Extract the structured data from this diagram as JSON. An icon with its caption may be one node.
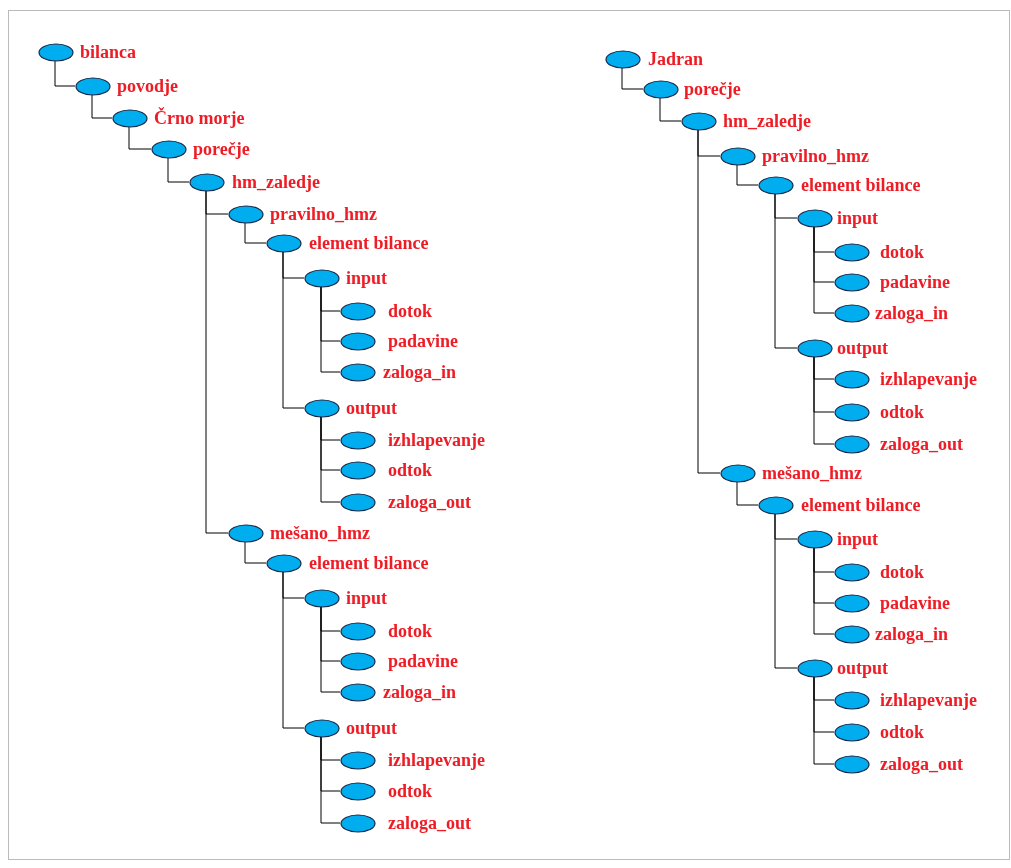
{
  "diagram": {
    "nodes": [
      {
        "text": [
          "bilanca"
        ]
      },
      {
        "text": [
          "povodje"
        ]
      },
      {
        "text": [
          "Črno morje"
        ]
      },
      {
        "text": [
          "porečje"
        ]
      },
      {
        "text": [
          "hm_zaledje"
        ]
      },
      {
        "text": [
          "pravilno_hmz"
        ]
      },
      {
        "text": [
          "element bilance"
        ]
      },
      {
        "text": [
          "input"
        ]
      },
      {
        "text": [
          "dotok"
        ]
      },
      {
        "text": [
          "padavine"
        ]
      },
      {
        "text": [
          "zaloga_in"
        ]
      },
      {
        "text": [
          "output"
        ]
      },
      {
        "text": [
          "izhlapevanje"
        ]
      },
      {
        "text": [
          "odtok"
        ]
      },
      {
        "text": [
          "zaloga_out"
        ]
      },
      {
        "text": [
          "mešano_hmz"
        ]
      },
      {
        "text": [
          "element bilance"
        ]
      },
      {
        "text": [
          "input"
        ]
      },
      {
        "text": [
          "dotok"
        ]
      },
      {
        "text": [
          "padavine"
        ]
      },
      {
        "text": [
          "zaloga_in"
        ]
      },
      {
        "text": [
          "output"
        ]
      },
      {
        "text": [
          "izhlapevanje"
        ]
      },
      {
        "text": [
          "odtok"
        ]
      },
      {
        "text": [
          "zaloga_out"
        ]
      },
      {
        "text": [
          "Jadran"
        ]
      },
      {
        "text": [
          "porečje"
        ]
      },
      {
        "text": [
          "hm_zaledje"
        ]
      },
      {
        "text": [
          "pravilno_hmz"
        ]
      },
      {
        "text": [
          "element bilance"
        ]
      },
      {
        "text": [
          "input"
        ]
      },
      {
        "text": [
          "dotok"
        ]
      },
      {
        "text": [
          "padavine"
        ]
      },
      {
        "text": [
          "zaloga_in"
        ]
      },
      {
        "text": [
          "output"
        ]
      },
      {
        "text": [
          "izhlapevanje"
        ]
      },
      {
        "text": [
          "odtok"
        ]
      },
      {
        "text": [
          "zaloga_out"
        ]
      },
      {
        "text": [
          "mešano_hmz"
        ]
      },
      {
        "text": [
          "element bilance"
        ]
      },
      {
        "text": [
          "input"
        ]
      },
      {
        "text": [
          "dotok"
        ]
      },
      {
        "text": [
          "padavine"
        ]
      },
      {
        "text": [
          "zaloga_in"
        ]
      },
      {
        "text": [
          "output"
        ]
      },
      {
        "text": [
          "izhlapevanje"
        ]
      },
      {
        "text": [
          "odtok"
        ]
      },
      {
        "text": [
          "zaloga_out"
        ]
      }
    ],
    "edges": [
      {
        "from": 0,
        "to": 1,
        "arrow": "none"
      },
      {
        "from": 1,
        "to": 2,
        "arrow": "none"
      },
      {
        "from": 2,
        "to": 3,
        "arrow": "none"
      },
      {
        "from": 3,
        "to": 4,
        "arrow": "none"
      },
      {
        "from": 4,
        "to": 5,
        "arrow": "none"
      },
      {
        "from": 5,
        "to": 6,
        "arrow": "none"
      },
      {
        "from": 6,
        "to": 7,
        "arrow": "none"
      },
      {
        "from": 7,
        "to": 8,
        "arrow": "none"
      },
      {
        "from": 7,
        "to": 9,
        "arrow": "none"
      },
      {
        "from": 7,
        "to": 10,
        "arrow": "none"
      },
      {
        "from": 6,
        "to": 11,
        "arrow": "none"
      },
      {
        "from": 11,
        "to": 12,
        "arrow": "none"
      },
      {
        "from": 11,
        "to": 13,
        "arrow": "none"
      },
      {
        "from": 11,
        "to": 14,
        "arrow": "none"
      },
      {
        "from": 4,
        "to": 15,
        "arrow": "none"
      },
      {
        "from": 15,
        "to": 16,
        "arrow": "none"
      },
      {
        "from": 16,
        "to": 17,
        "arrow": "none"
      },
      {
        "from": 17,
        "to": 18,
        "arrow": "none"
      },
      {
        "from": 17,
        "to": 19,
        "arrow": "none"
      },
      {
        "from": 17,
        "to": 20,
        "arrow": "none"
      },
      {
        "from": 16,
        "to": 21,
        "arrow": "none"
      },
      {
        "from": 21,
        "to": 22,
        "arrow": "none"
      },
      {
        "from": 21,
        "to": 23,
        "arrow": "none"
      },
      {
        "from": 21,
        "to": 24,
        "arrow": "none"
      },
      {
        "from": 25,
        "to": 26,
        "arrow": "none"
      },
      {
        "from": 26,
        "to": 27,
        "arrow": "none"
      },
      {
        "from": 27,
        "to": 28,
        "arrow": "none"
      },
      {
        "from": 28,
        "to": 29,
        "arrow": "none"
      },
      {
        "from": 29,
        "to": 30,
        "arrow": "none"
      },
      {
        "from": 30,
        "to": 31,
        "arrow": "none"
      },
      {
        "from": 30,
        "to": 32,
        "arrow": "none"
      },
      {
        "from": 30,
        "to": 33,
        "arrow": "none"
      },
      {
        "from": 29,
        "to": 34,
        "arrow": "none"
      },
      {
        "from": 34,
        "to": 35,
        "arrow": "none"
      },
      {
        "from": 34,
        "to": 36,
        "arrow": "none"
      },
      {
        "from": 34,
        "to": 37,
        "arrow": "none"
      },
      {
        "from": 27,
        "to": 38,
        "arrow": "none"
      },
      {
        "from": 38,
        "to": 39,
        "arrow": "none"
      },
      {
        "from": 39,
        "to": 40,
        "arrow": "none"
      },
      {
        "from": 40,
        "to": 41,
        "arrow": "none"
      },
      {
        "from": 40,
        "to": 42,
        "arrow": "none"
      },
      {
        "from": 40,
        "to": 43,
        "arrow": "none"
      },
      {
        "from": 39,
        "to": 44,
        "arrow": "none"
      },
      {
        "from": 44,
        "to": 45,
        "arrow": "none"
      },
      {
        "from": 44,
        "to": 46,
        "arrow": "none"
      },
      {
        "from": 44,
        "to": 47,
        "arrow": "none"
      }
    ]
  }
}
